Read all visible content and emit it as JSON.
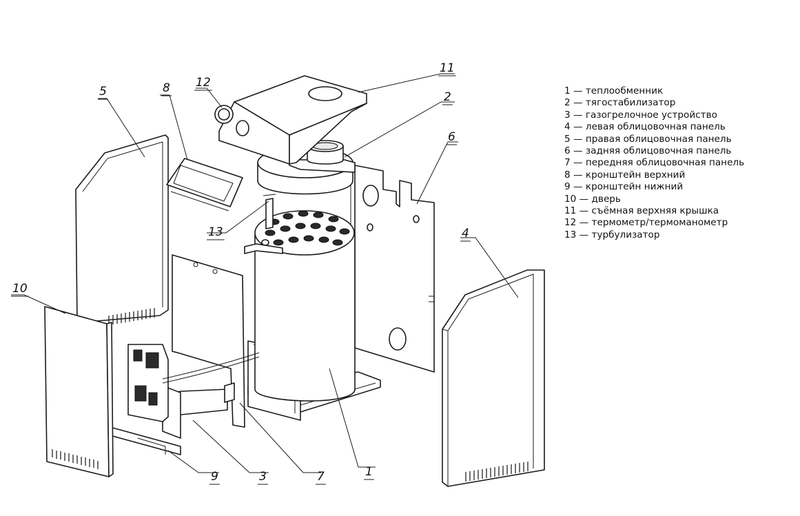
{
  "callouts": {
    "c1": "1",
    "c2": "2",
    "c3": "3",
    "c4": "4",
    "c5": "5",
    "c6": "6",
    "c7": "7",
    "c8": "8",
    "c9": "9",
    "c10": "10",
    "c11": "11",
    "c12": "12",
    "c13": "13"
  },
  "legend": [
    "1 — теплообменник",
    "2 — тягостабилизатор",
    "3 — газогрелочное устройство",
    "4 — левая облицовочная панель",
    "5 — правая облицовочная панель",
    "6 — задняя облицовочная панель",
    "7 — передняя облицовочная панель",
    "8 — кронштейн верхний",
    "9 — кронштейн нижний",
    "10 — дверь",
    "11 — съёмная верхняя крышка",
    "12 — термометр/термоманометр",
    "13 — турбулизатор"
  ]
}
